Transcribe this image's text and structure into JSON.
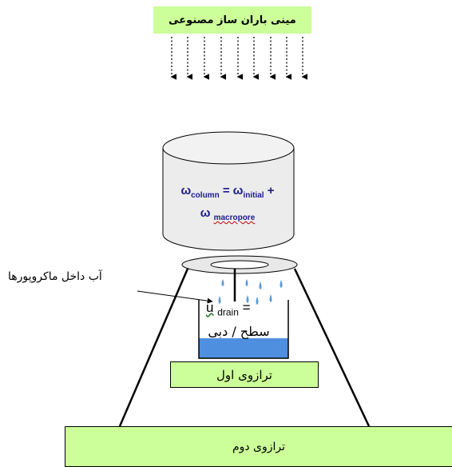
{
  "rain_simulator": {
    "label": "مینی باران ساز مصنوعی"
  },
  "column": {
    "formula_lhs_symbol": "ω",
    "formula_lhs_sub": "column",
    "formula_rhs1_symbol": "ω",
    "formula_rhs1_sub": "initial",
    "formula_rhs2_symbol": "ω",
    "formula_rhs2_sub": "macropore",
    "equals": "=",
    "plus": "+"
  },
  "macropore_water_label": "آب داخل ماکروپورها",
  "drainage": {
    "symbol": "u",
    "sub": "drain",
    "equals": "=",
    "flow_text": "سطح / دبی"
  },
  "balance_first": {
    "label": "ترازوی اول"
  },
  "balance_second": {
    "label": "ترازوی دوم"
  },
  "colors": {
    "label_fill": "#ccff99",
    "water": "#4f8fe0",
    "drops": "#5b9bd5",
    "formula_text": "#1a1a8c"
  }
}
